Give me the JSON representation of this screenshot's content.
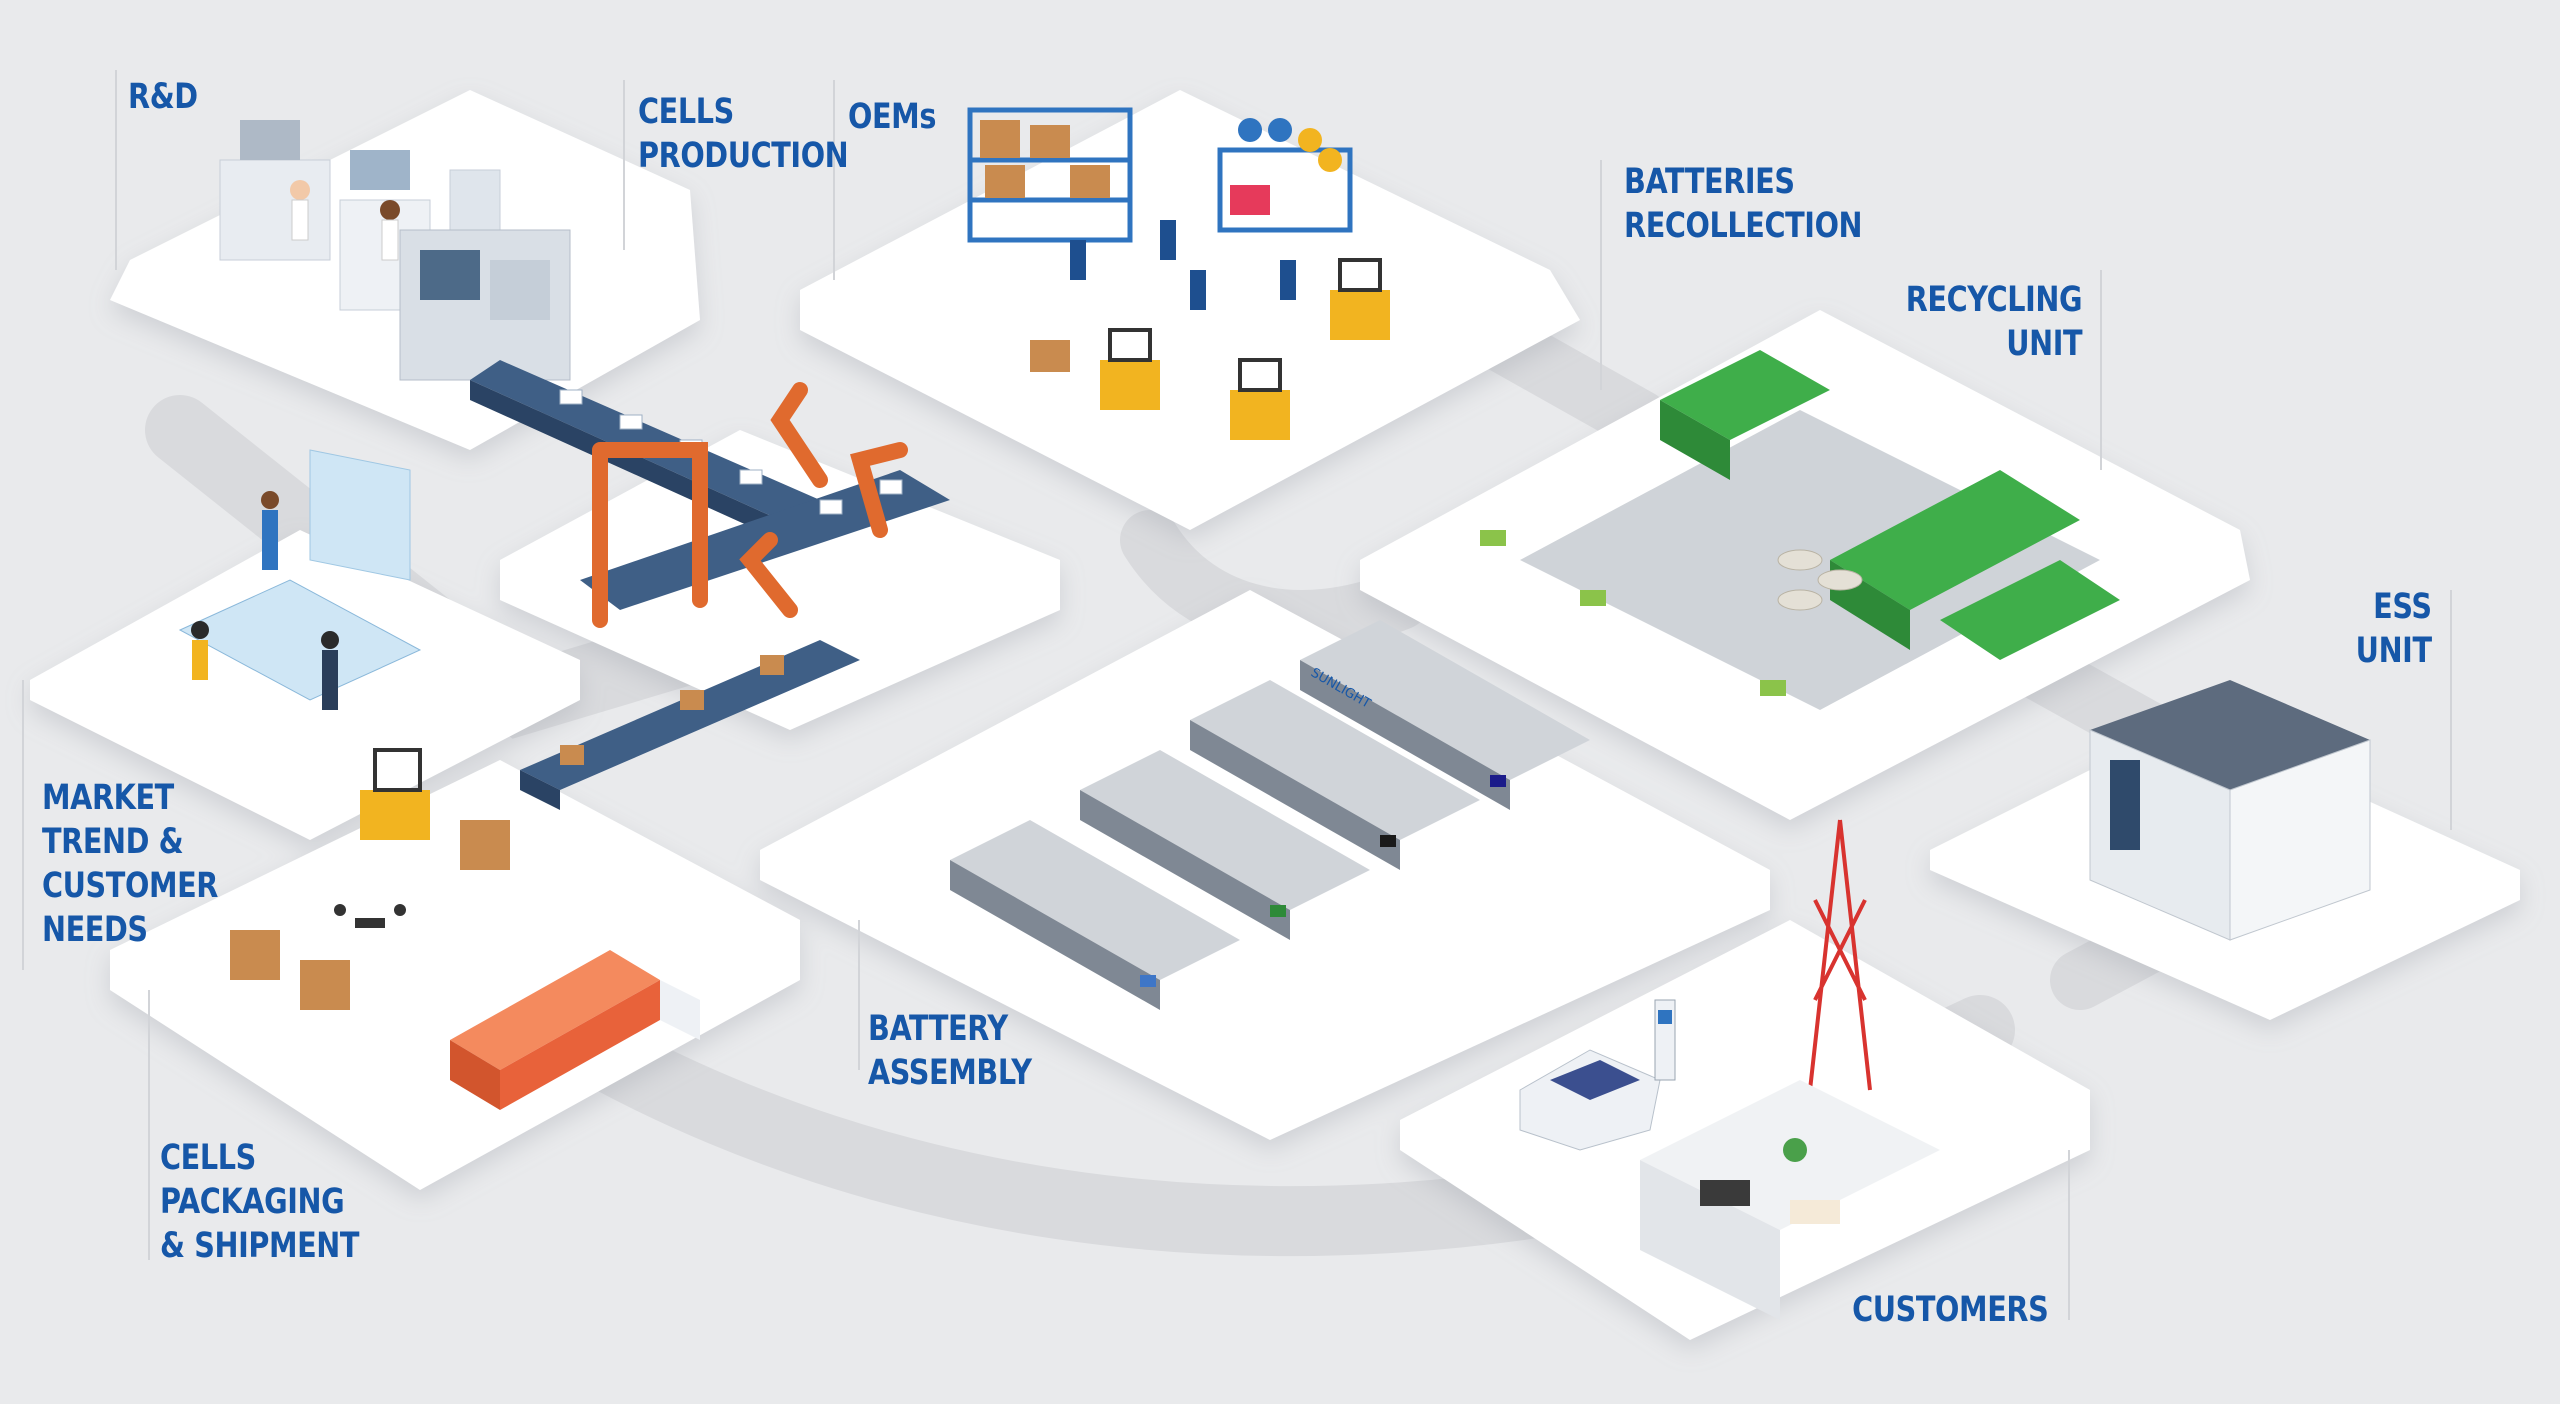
{
  "labels": {
    "rnd": [
      "R&D"
    ],
    "cells_production": [
      "CELLS",
      "PRODUCTION"
    ],
    "oems": [
      "OEMs"
    ],
    "batteries_recollection": [
      "BATTERIES",
      "RECOLLECTION"
    ],
    "recycling_unit": [
      "RECYCLING",
      "UNIT"
    ],
    "ess_unit": [
      "ESS",
      "UNIT"
    ],
    "market_trend": [
      "MARKET",
      "TREND &",
      "CUSTOMER",
      "NEEDS"
    ],
    "battery_assembly": [
      "BATTERY",
      "ASSEMBLY"
    ],
    "cells_packaging": [
      "CELLS",
      "PACKAGING",
      "& SHIPMENT"
    ],
    "customers": [
      "CUSTOMERS"
    ]
  },
  "factory_sign": "SUNLIGHT",
  "colors": {
    "background": "#e9eaec",
    "platform": "#ffffff",
    "label": "#1657a8",
    "flow_path": "#d9dadd",
    "robot": "#e06a2e",
    "forklift": "#f2b420",
    "recycling_green": "#3fae4a",
    "truck": "#e8623a"
  },
  "icons": [
    "lab-workstation-icon",
    "conveyor-icon",
    "robot-arm-icon",
    "warehouse-shelf-icon",
    "forklift-icon",
    "recycling-plant-icon",
    "ess-cabinet-icon",
    "touch-screen-table-icon",
    "factory-hall-icon",
    "cargo-truck-icon",
    "pallet-icon",
    "drone-icon",
    "electric-car-icon",
    "charging-station-icon",
    "telecom-tower-icon",
    "home-office-icon"
  ]
}
